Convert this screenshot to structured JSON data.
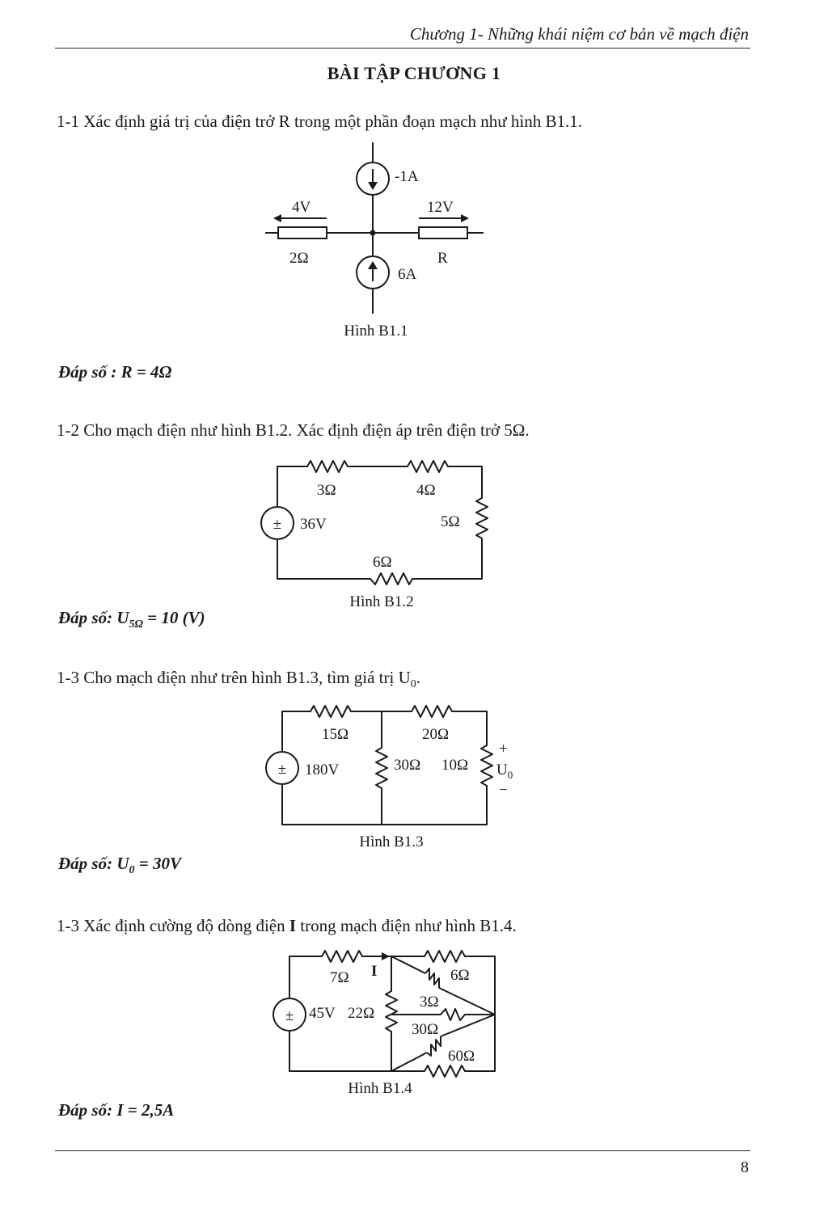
{
  "header": {
    "text": "Chương 1- Những khái niệm cơ bản về mạch điện"
  },
  "title": "BÀI TẬP CHƯƠNG 1",
  "problems": [
    {
      "statement": "1-1  Xác định giá trị của điện trở R trong một phần đoạn mạch như hình B1.1.",
      "figure": {
        "caption": "Hình B1.1",
        "labels": [
          "-1A",
          "4V",
          "12V",
          "2Ω",
          "R",
          "6A"
        ]
      },
      "answer": {
        "prefix": "Đáp số : R = 4",
        "unit": "Ω"
      }
    },
    {
      "statement": "1-2 Cho mạch điện như hình B1.2. Xác định điện áp trên điện trở 5Ω.",
      "figure": {
        "caption": "Hình B1.2",
        "labels": [
          "3Ω",
          "4Ω",
          "36V",
          "5Ω",
          "6Ω",
          "±"
        ]
      },
      "answer": {
        "prefix": "Đáp số: U",
        "sub": "5Ω",
        "rest": " = 10 (V)"
      }
    },
    {
      "statement_prefix": "1-3  Cho mạch điện như trên hình B1.3, tìm giá trị U",
      "statement_sub": "0",
      "statement_suffix": ".",
      "figure": {
        "caption": "Hình B1.3",
        "labels": [
          "15Ω",
          "20Ω",
          "180V",
          "30Ω",
          "10Ω",
          "+",
          "U",
          "0",
          "−",
          "±"
        ]
      },
      "answer": {
        "prefix": "Đáp số: U",
        "sub": "0",
        "rest": " = 30V"
      }
    },
    {
      "statement_prefix": "1-3 Xác định cường độ dòng điện ",
      "statement_bold": "I",
      "statement_suffix": " trong mạch điện như hình B1.4.",
      "figure": {
        "caption": "Hình B1.4",
        "labels": [
          "7Ω",
          "I",
          "6Ω",
          "3Ω",
          "45V",
          "22Ω",
          "30Ω",
          "60Ω",
          "±"
        ]
      },
      "answer": {
        "text": "Đáp số: I = 2,5A"
      }
    }
  ],
  "footer": {
    "page_number": "8"
  }
}
